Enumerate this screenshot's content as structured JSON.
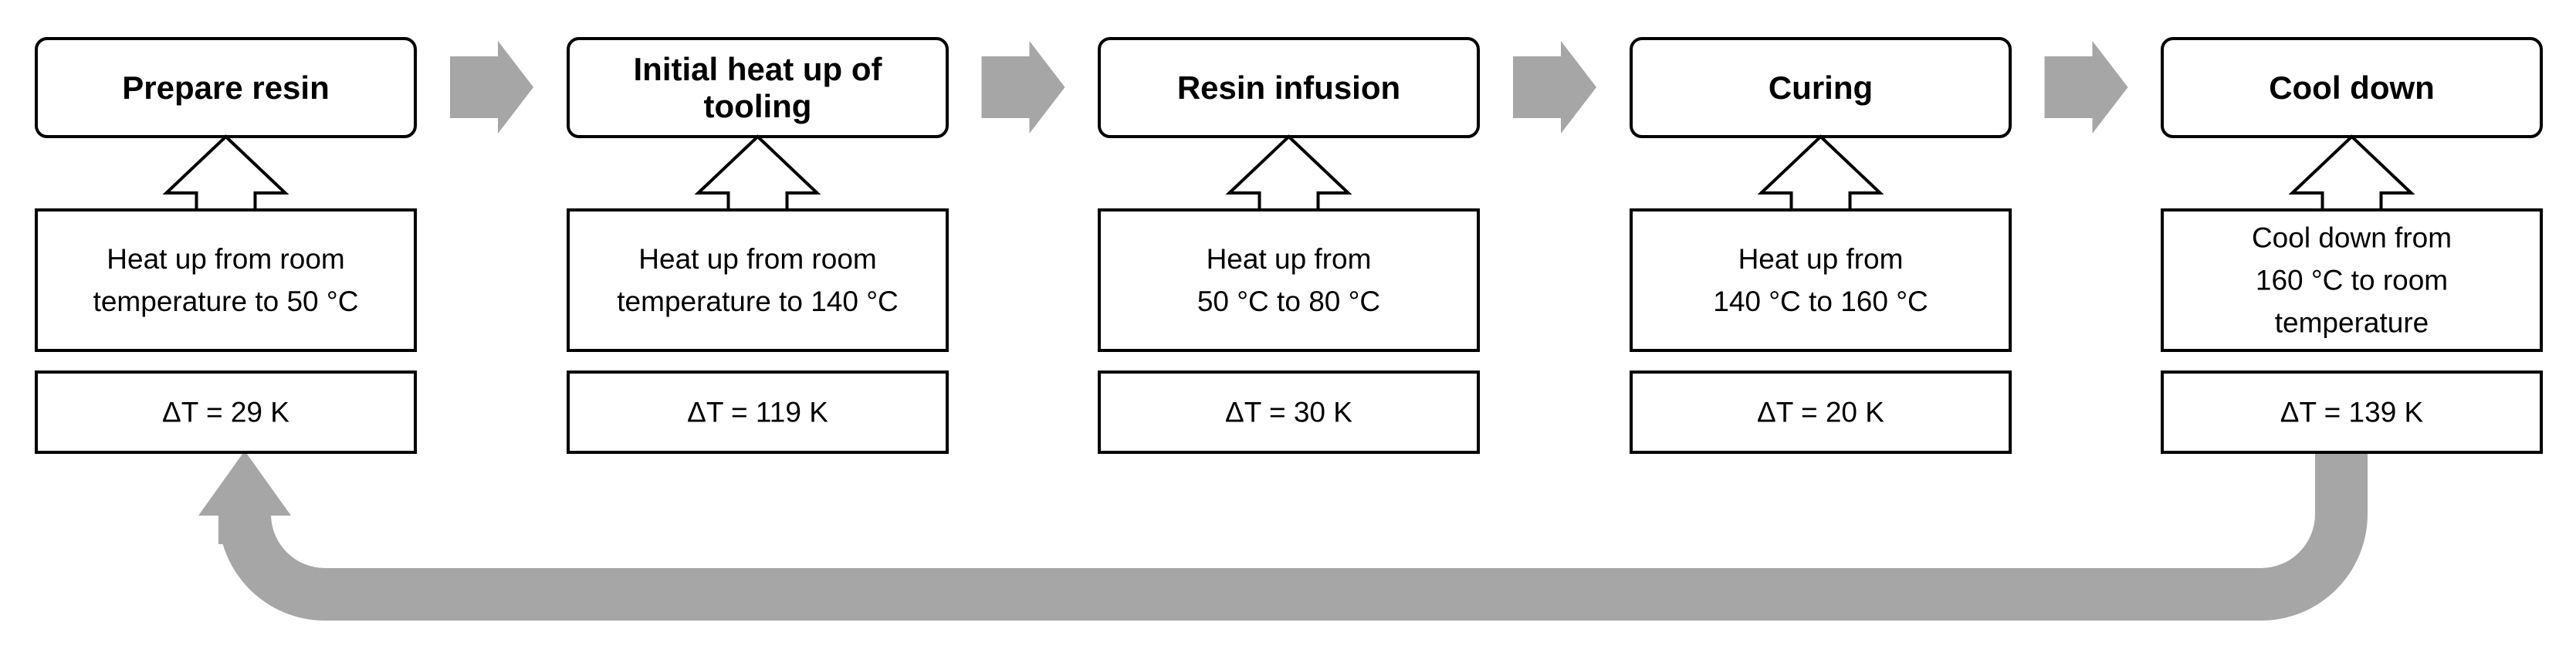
{
  "colors": {
    "arrow_fill": "#a6a6a6",
    "box_stroke": "#000000",
    "box_fill": "#ffffff"
  },
  "steps": [
    {
      "title": [
        "Prepare resin"
      ],
      "description": [
        "Heat up from room",
        "temperature to 50 °C"
      ],
      "delta": "ΔT = 29 K"
    },
    {
      "title": [
        "Initial heat up of",
        "tooling"
      ],
      "description": [
        "Heat up from room",
        "temperature to 140 °C"
      ],
      "delta": "ΔT = 119 K"
    },
    {
      "title": [
        "Resin infusion"
      ],
      "description": [
        "Heat up from",
        "50 °C to 80 °C"
      ],
      "delta": "ΔT = 30 K"
    },
    {
      "title": [
        "Curing"
      ],
      "description": [
        "Heat up from",
        "140 °C to 160 °C"
      ],
      "delta": "ΔT = 20 K"
    },
    {
      "title": [
        "Cool down"
      ],
      "description": [
        "Cool down from",
        "160 °C to room",
        "temperature"
      ],
      "delta": "ΔT = 139 K"
    }
  ]
}
